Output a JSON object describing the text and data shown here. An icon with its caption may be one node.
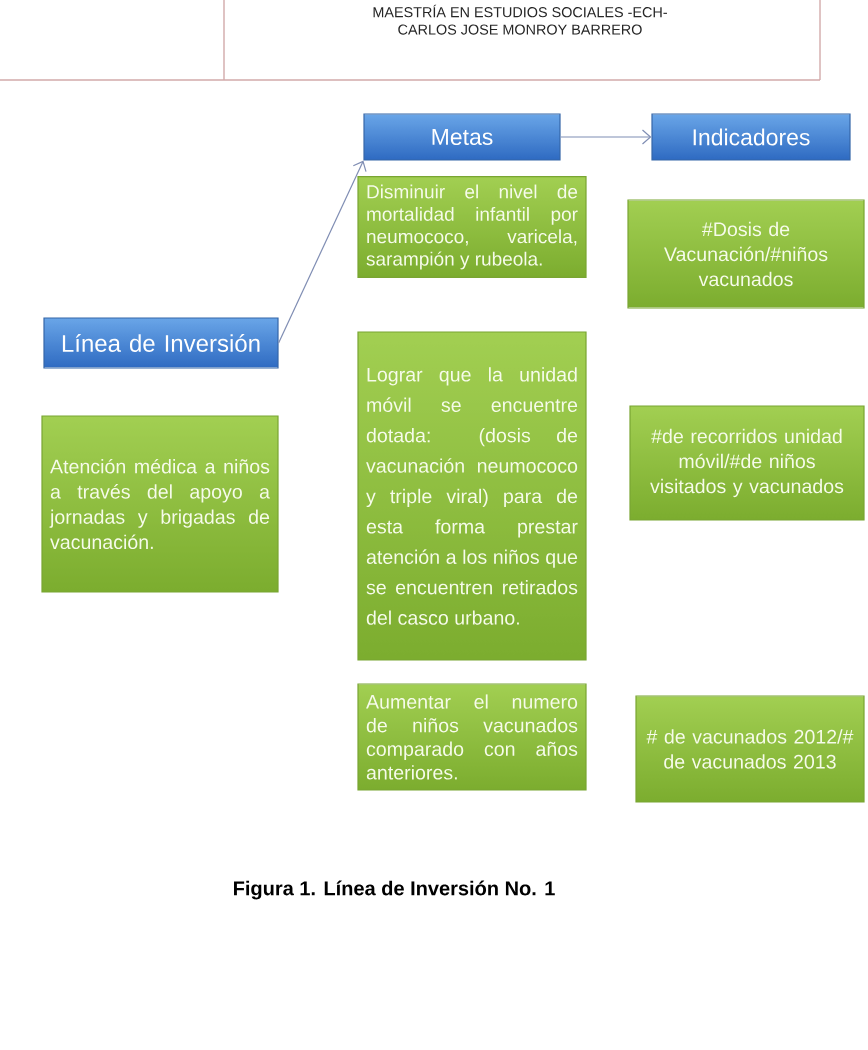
{
  "diagram": {
    "caption": "Figura 1. Línea de Inversión No. 1",
    "nodes": [
      {
        "text": [
          "Metas"
        ]
      },
      {
        "text": [
          "Indicadores"
        ]
      },
      {
        "text": [
          "Disminuir el nivel de mortalidad infantil por neumococo, varicela, sarampión y rubeola."
        ]
      },
      {
        "text": [
          "#Dosis de Vacunación/#niños vacunados"
        ]
      },
      {
        "text": [
          "Línea de Inversión"
        ]
      },
      {
        "text": [
          "Atención médica a niños a través del apoyo a jornadas y brigadas de vacunación."
        ]
      },
      {
        "text": [
          "Lograr que la unidad móvil se encuentre dotada: (dosis de vacunación neumococo y triple viral) para de esta forma prestar atención a los niños que se encuentren retirados del casco urbano."
        ]
      },
      {
        "text": [
          "#de recorridos unidad móvil/#de niños visitados y vacunados"
        ]
      },
      {
        "text": [
          "Aumentar el numero de niños vacunados comparado con años anteriores."
        ]
      },
      {
        "text": [
          "# de vacunados 2012/# de vacunados 2013"
        ]
      }
    ],
    "edges": [
      {
        "from": 0,
        "to": 1,
        "arrow": "to"
      },
      {
        "from": 4,
        "to": 0,
        "arrow": "to"
      }
    ],
    "labels": [
      "MAESTRÍA EN ESTUDIOS SOCIALES -ECH-",
      "CARLOS JOSE MONROY BARRERO"
    ]
  }
}
